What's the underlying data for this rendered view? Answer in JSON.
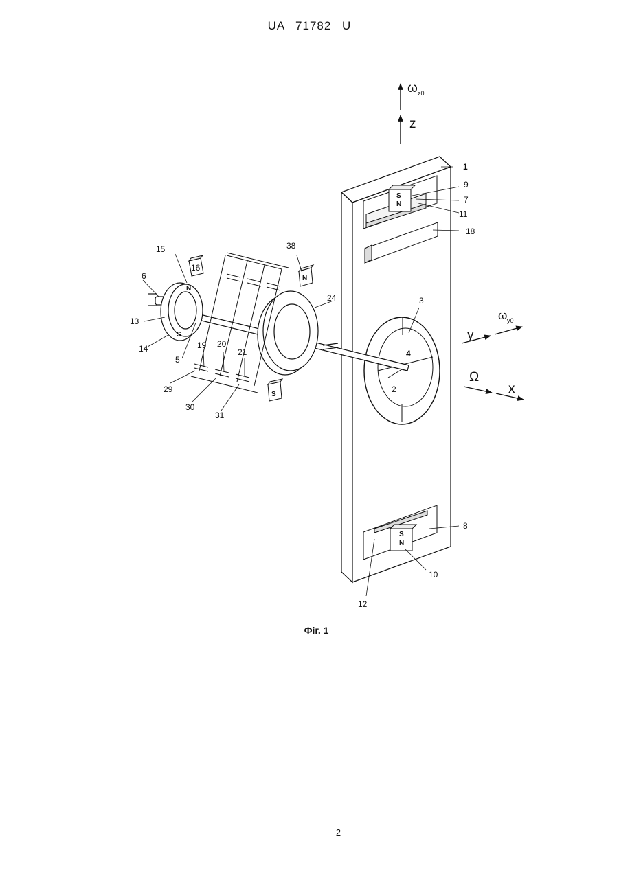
{
  "header": {
    "patent_number": "UA 71782 U"
  },
  "figure": {
    "caption": "Фіг. 1",
    "axes": {
      "z": "z",
      "omega_z": "ω",
      "omega_z_sub": "z0",
      "y": "y",
      "omega_y": "ω",
      "omega_y_sub": "y0",
      "Omega": "Ω",
      "x": "x"
    },
    "poles": {
      "s": "S",
      "n": "N"
    },
    "labels": {
      "l1": "1",
      "l2": "2",
      "l3": "3",
      "l4": "4",
      "l5": "5",
      "l6": "6",
      "l7": "7",
      "l8": "8",
      "l9": "9",
      "l10": "10",
      "l11": "11",
      "l12": "12",
      "l13": "13",
      "l14": "14",
      "l15": "15",
      "l16": "16",
      "l18": "18",
      "l19": "19",
      "l20": "20",
      "l21": "21",
      "l24": "24",
      "l29": "29",
      "l30": "30",
      "l31": "31",
      "l38": "38"
    }
  },
  "footer": {
    "page_number": "2"
  }
}
